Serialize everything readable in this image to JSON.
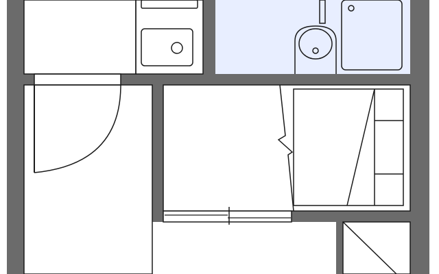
{
  "floor_plan": {
    "colors": {
      "wall": "#6b6b6b",
      "wet_area": "#e8eeff",
      "floor": "#ffffff",
      "line": "#1a1a1a"
    },
    "rooms": [
      {
        "id": "kitchen",
        "fill": "floor"
      },
      {
        "id": "sink-counter",
        "fill": "floor"
      },
      {
        "id": "bathroom",
        "fill": "wet_area"
      },
      {
        "id": "entry-hall",
        "fill": "floor"
      },
      {
        "id": "bedroom",
        "fill": "floor"
      },
      {
        "id": "closet",
        "fill": "floor"
      }
    ],
    "fixtures": [
      "stove",
      "sink",
      "washbasin",
      "bathtub",
      "bunk-bed",
      "storage-shelf"
    ],
    "doors": [
      "entry-swing-door",
      "bedroom-sliding-door",
      "closet-door"
    ]
  }
}
